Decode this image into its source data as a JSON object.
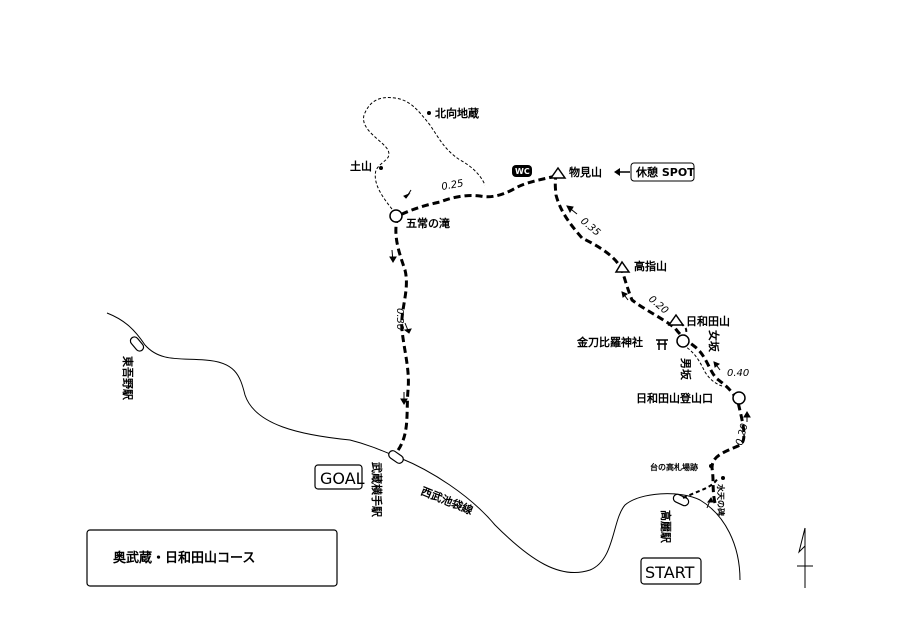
{
  "title": "奥武蔵・日和田山コース",
  "start_label": "START",
  "goal_label": "GOAL",
  "spot_label": "休憩 SPOT",
  "wc_label": "WC",
  "places": {
    "kitamukai_jizo": "北向地蔵",
    "tsuchiyama": "土山",
    "gojo_no_taki": "五常の滝",
    "monomiyama": "物見山",
    "takasashiyama": "高指山",
    "hiwadayama": "日和田山",
    "konpira_jinja": "金刀比羅神社",
    "hiwadayama_tozanguchi": "日和田山登山口",
    "dai_no_korai_fudatsuji": "台の高札場跡",
    "suiten_no_hi": "水天の碑"
  },
  "vertical_labels": {
    "higashi_agano_eki": "東吾野駅",
    "musashi_yokote_eki": "武蔵横手駅",
    "koma_eki": "高麗駅",
    "onna_zaka": "女坂",
    "otoko_zaka": "男坂"
  },
  "railway": "西武池袋線",
  "distances": {
    "d1": "0.25",
    "d2": "0.35",
    "d3": "0.20",
    "d4": "0.40",
    "d5": "0.20",
    "d6": "0.30"
  }
}
